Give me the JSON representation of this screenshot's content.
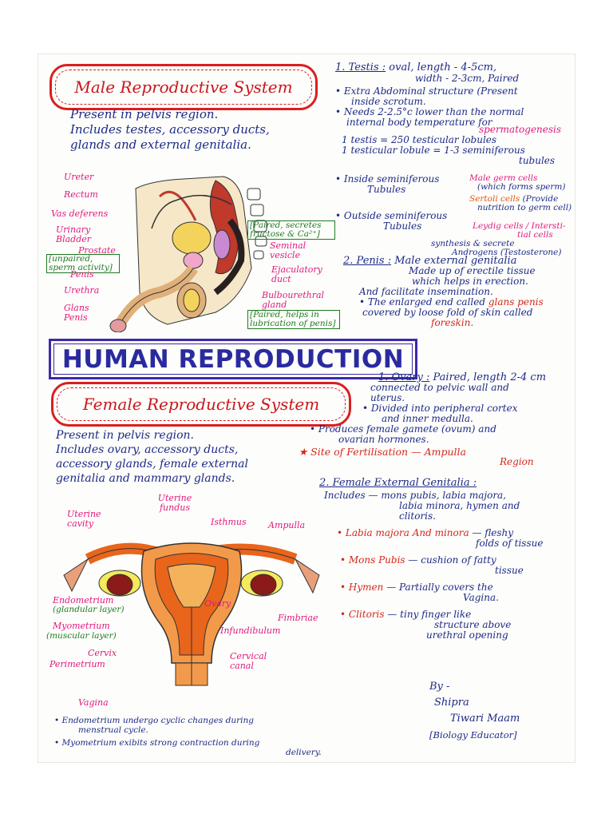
{
  "male": {
    "heading": "Male Reproductive System",
    "intro": [
      "Present in pelvis region.",
      "Includes testes, accessory ducts,",
      "glands and external genitalia."
    ],
    "labels_left": [
      "Ureter",
      "Rectum",
      "Vas deferens",
      "Urinary Bladder",
      "Prostate",
      "[unpaired, sperm activity]",
      "Penis",
      "Urethra",
      "Glans Penis"
    ],
    "labels_right": [
      "[Paired, secretes fructose & Ca²⁺]",
      "Seminal vesicle",
      "Ejaculatory duct",
      "Bulbourethral gland",
      "[Paired, helps in lubrication of penis]"
    ],
    "testis": {
      "title": "1. Testis :",
      "desc": [
        "oval, length - 4-5cm,",
        "width - 2-3cm, Paired"
      ],
      "points": [
        "• Extra Abdominal structure (Present",
        "inside scrotum.",
        "• Needs 2-2.5°c lower than the normal",
        "internal body temperature for",
        "spermatogenesis",
        "1 testis = 250 testicular lobules",
        "1 testicular lobule = 1-3 seminiferous",
        "tubules"
      ],
      "inside": [
        "• Inside seminiferous",
        "Tubules"
      ],
      "inside_cells": [
        "Male germ cells",
        "(which forms sperm)",
        "Sertoli cells",
        "(Provide",
        "nutrition to germ cell)"
      ],
      "outside": [
        "• Outside seminiferous",
        "Tubules"
      ],
      "leydig": [
        "Leydig cells / Intersti-",
        "tial cells",
        "synthesis & secrete",
        "Androgens (Testosterone)"
      ]
    },
    "penis": {
      "title": "2. Penis :",
      "points": [
        "Male external genitalia",
        "Made up of erectile tissue",
        "which helps in erection.",
        "And facilitate insemination.",
        "• The enlarged end called",
        "glans penis",
        "covered by loose fold of skin called",
        "foreskin."
      ]
    }
  },
  "main_title": "HUMAN REPRODUCTION",
  "female": {
    "heading": "Female Reproductive System",
    "intro": [
      "Present in pelvis region.",
      "Includes ovary, accessory ducts,",
      "accessory glands, female external",
      "genitalia and mammary glands."
    ],
    "labels": [
      "Uterine fundus",
      "Uterine cavity",
      "Isthmus",
      "Ampulla",
      "Endometrium",
      "(glandular layer)",
      "Myometrium",
      "(muscular layer)",
      "Cervix",
      "Perimetrium",
      "Ovary",
      "Infundibulum",
      "Fimbriae",
      "Cervical canal",
      "Vagina"
    ],
    "ovary": {
      "title": "1. Ovary :",
      "points": [
        "Paired, length 2-4 cm",
        "connected to pelvic wall and",
        "uterus.",
        "• Divided into peripheral cortex",
        "and inner medulla.",
        "• Produces female gamete (ovum) and",
        "ovarian hormones."
      ],
      "fert": [
        "★ Site of Fertilisation",
        "— Ampulla",
        "Region"
      ]
    },
    "external": {
      "title": "2. Female External Genitalia :",
      "includes": [
        "Includes —",
        "mons pubis, labia majora,",
        "labia minora, hymen and",
        "clitoris."
      ],
      "items": [
        {
          "k": "• Labia majora And minora",
          "v": [
            "— fleshy",
            "folds of tissue"
          ]
        },
        {
          "k": "• Mons Pubis",
          "v": [
            "— cushion of fatty",
            "tissue"
          ]
        },
        {
          "k": "• Hymen",
          "v": [
            "— Partially covers the",
            "Vagina."
          ]
        },
        {
          "k": "• Clitoris",
          "v": [
            "— tiny finger like",
            "structure above",
            "urethral opening"
          ]
        }
      ]
    },
    "footnotes": [
      "• Endometrium undergo cyclic changes during",
      "menstrual cycle.",
      "• Myometrium exibits strong contraction during",
      "delivery."
    ]
  },
  "author": [
    "By -",
    "Shipra",
    "Tiwari Maam",
    "[Biology Educator]"
  ]
}
